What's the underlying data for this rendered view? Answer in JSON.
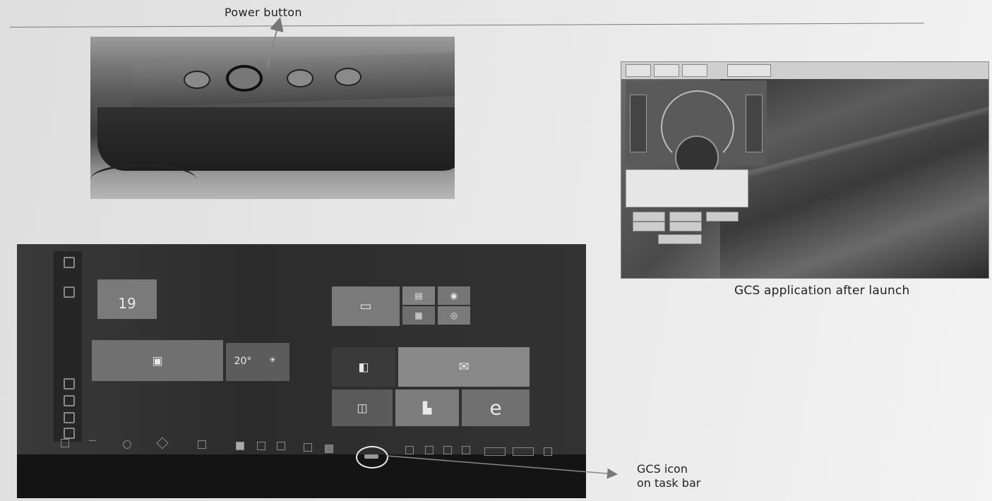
{
  "captions": {
    "power_button": "Power button",
    "gcs_after_launch": "GCS application after launch",
    "gcs_icon_line1": "GCS icon",
    "gcs_icon_line2": "on task bar"
  },
  "start_menu": {
    "calendar_day": "19",
    "weather_temp": "20°",
    "tile_glyph_edge": "e"
  },
  "colors": {
    "page_bg": "#e6e6e6",
    "caption_text": "#222222",
    "arrow": "#777777"
  }
}
